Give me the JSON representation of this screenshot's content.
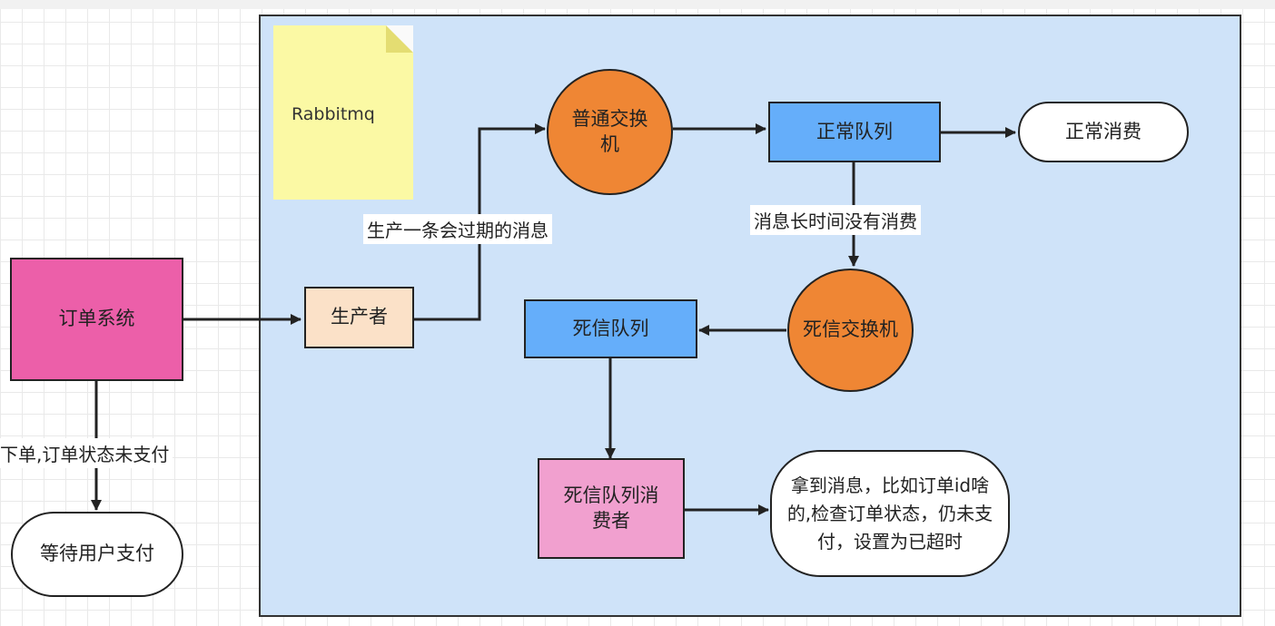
{
  "nodes": {
    "order_system": "订单系统",
    "producer": "生产者",
    "normal_exchange": "普通交换机",
    "normal_queue": "正常队列",
    "normal_consume": "正常消费",
    "dlx_exchange": "死信交换机",
    "dead_letter_queue": "死信队列",
    "dlq_consumer": "死信队列消费者",
    "result": "拿到消息，比如订单id啥的,检查订单状态，仍未支付，设置为已超时",
    "wait_payment": "等待用户支付"
  },
  "note": "Rabbitmq",
  "edge_labels": {
    "produce_expiring": "生产一条会过期的消息",
    "not_consumed": "消息长时间没有消费",
    "order_unpaid": "下单,订单状态未支付"
  }
}
